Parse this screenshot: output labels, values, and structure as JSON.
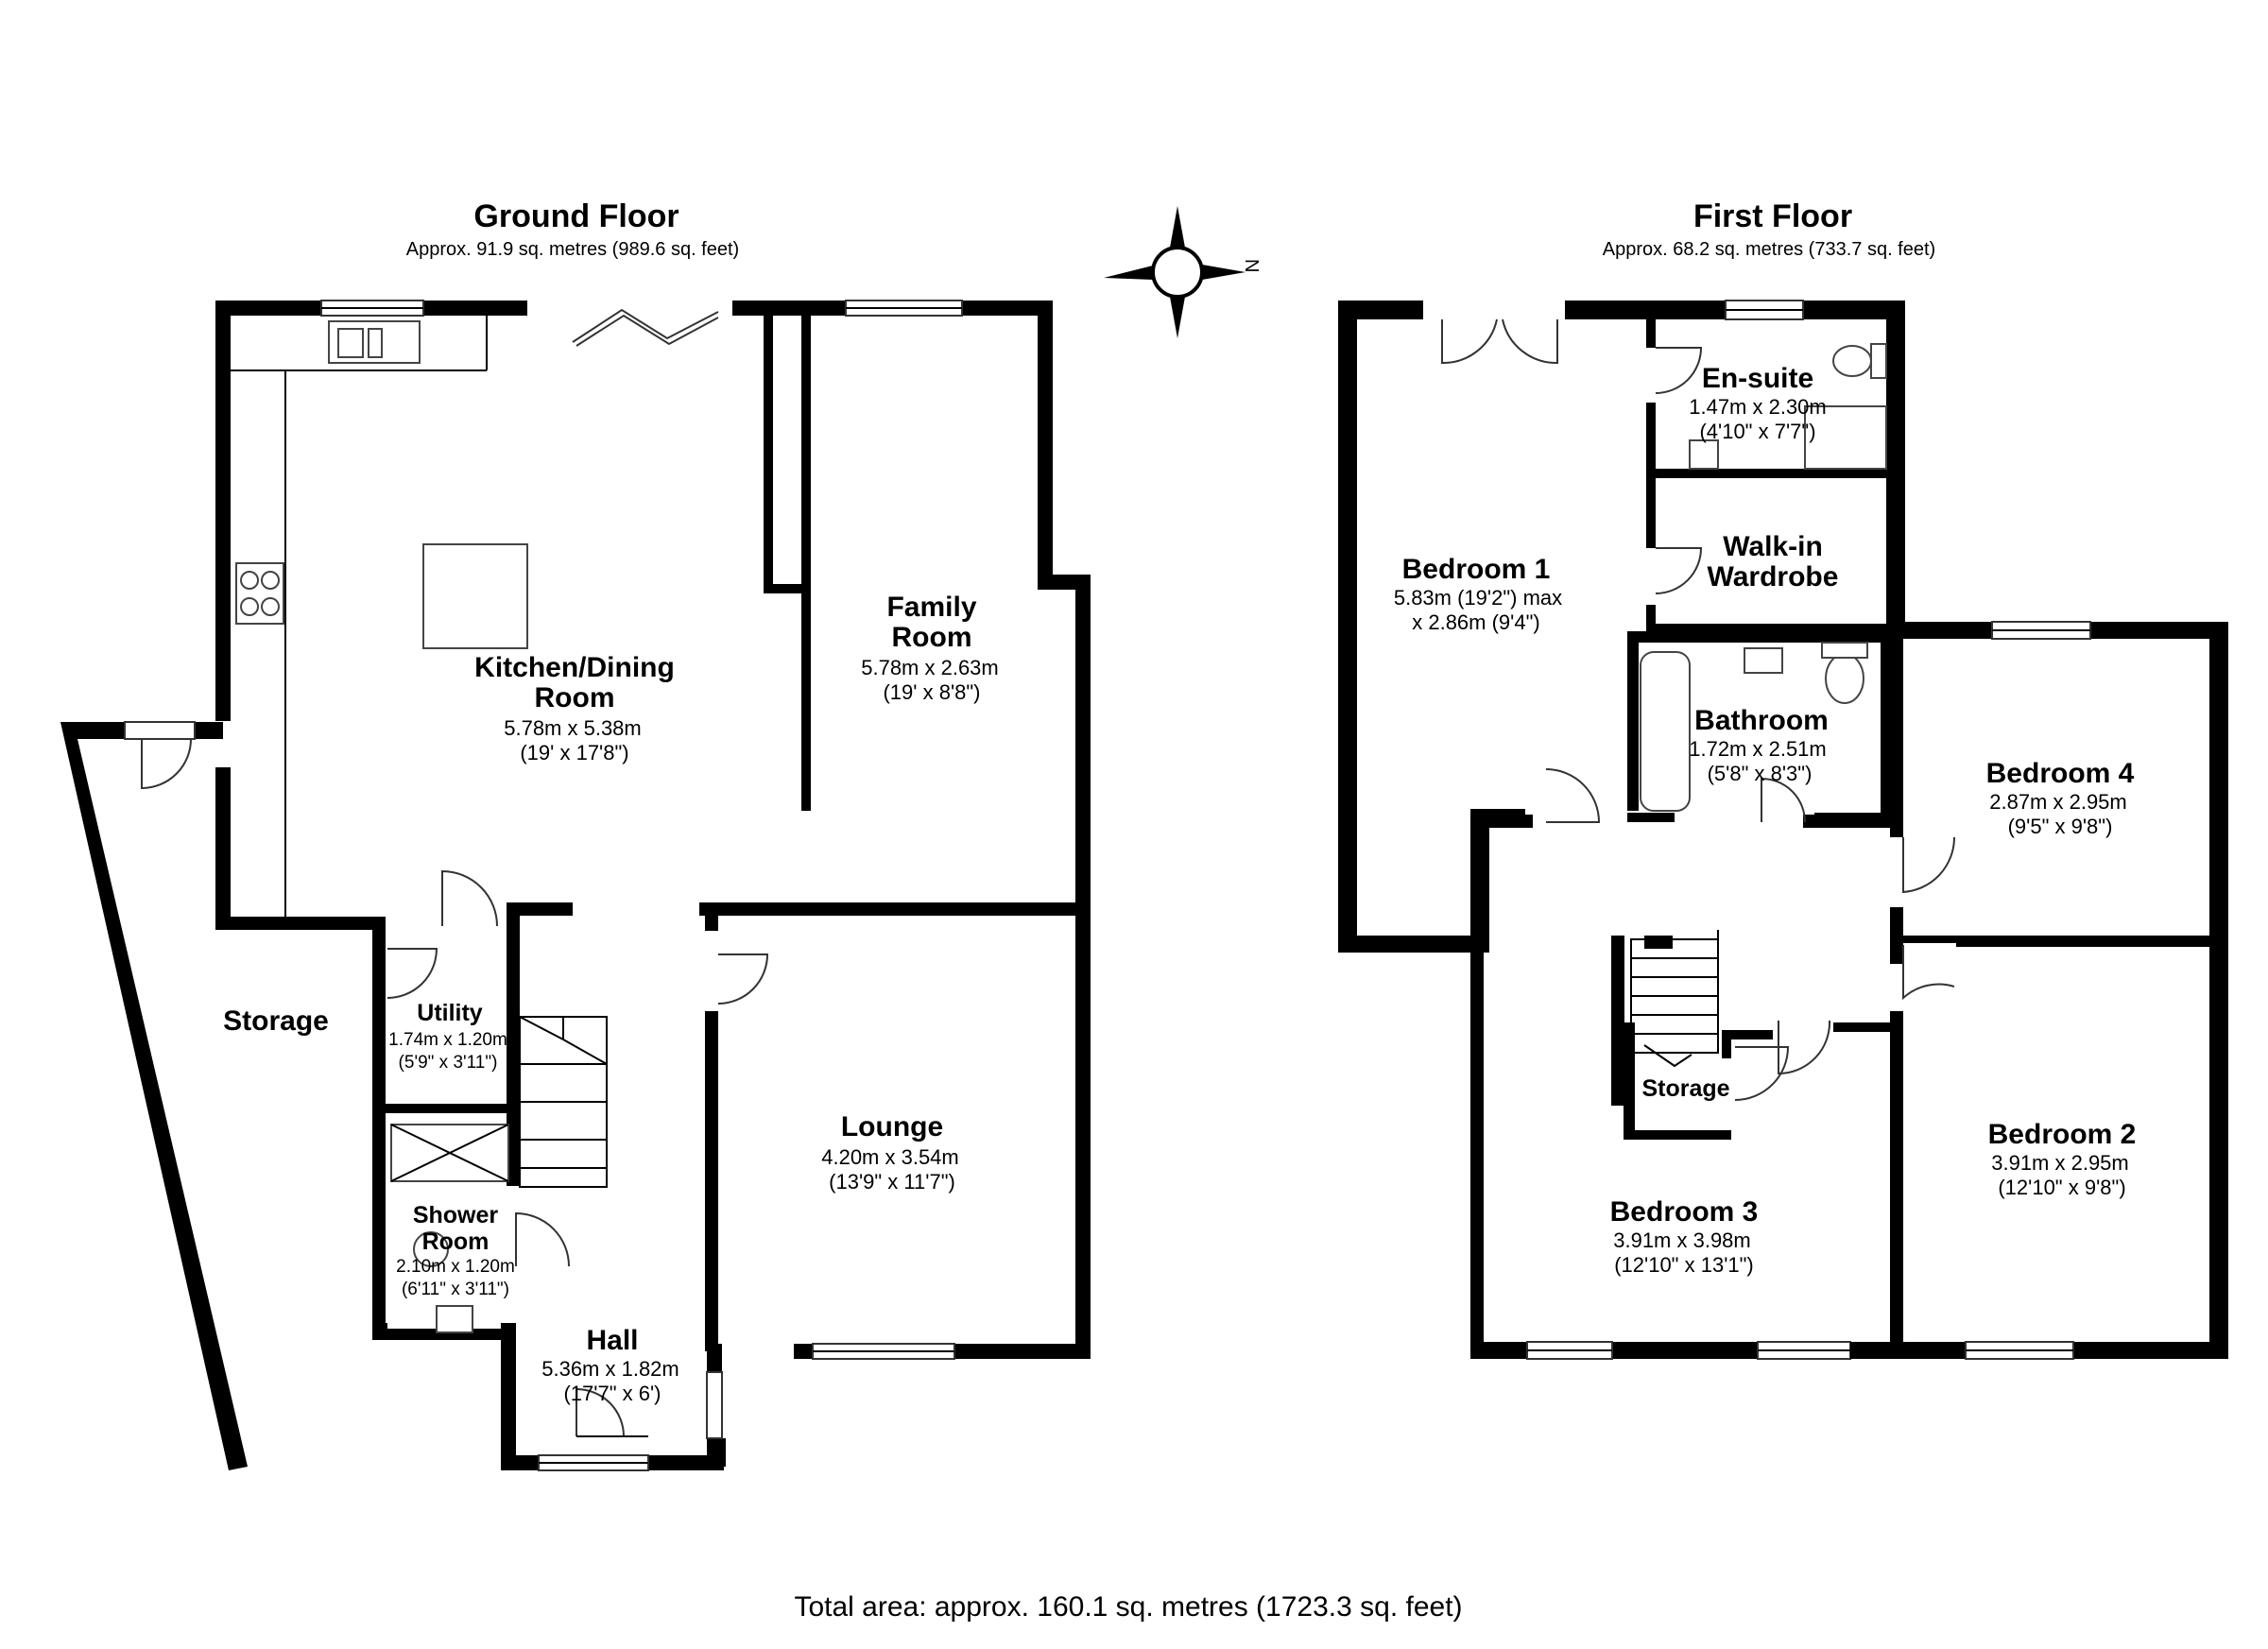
{
  "floors": {
    "ground": {
      "title": "Ground Floor",
      "area": "Approx. 91.9 sq. metres (989.6 sq. feet)",
      "rooms": {
        "kitchen": {
          "name1": "Kitchen/Dining",
          "name2": "Room",
          "dim1": "5.78m x 5.38m",
          "dim2": "(19' x 17'8\")"
        },
        "family": {
          "name1": "Family",
          "name2": "Room",
          "dim1": "5.78m x 2.63m",
          "dim2": "(19' x 8'8\")"
        },
        "storage": {
          "name": "Storage"
        },
        "utility": {
          "name": "Utility",
          "dim1": "1.74m x 1.20m",
          "dim2": "(5'9\" x 3'11\")"
        },
        "shower": {
          "name1": "Shower",
          "name2": "Room",
          "dim1": "2.10m x 1.20m",
          "dim2": "(6'11\" x 3'11\")"
        },
        "lounge": {
          "name": "Lounge",
          "dim1": "4.20m x 3.54m",
          "dim2": "(13'9\" x 11'7\")"
        },
        "hall": {
          "name": "Hall",
          "dim1": "5.36m x 1.82m",
          "dim2": "(17'7\" x 6')"
        }
      }
    },
    "first": {
      "title": "First Floor",
      "area": "Approx. 68.2 sq. metres (733.7 sq. feet)",
      "rooms": {
        "ensuite": {
          "name": "En-suite",
          "dim1": "1.47m x 2.30m",
          "dim2": "(4'10\" x 7'7\")"
        },
        "wardrobe": {
          "name1": "Walk-in",
          "name2": "Wardrobe"
        },
        "bedroom1": {
          "name": "Bedroom 1",
          "dim1": "5.83m (19'2\") max",
          "dim2": "x 2.86m (9'4\")"
        },
        "bathroom": {
          "name": "Bathroom",
          "dim1": "1.72m x 2.51m",
          "dim2": "(5'8\" x 8'3\")"
        },
        "bedroom4": {
          "name": "Bedroom 4",
          "dim1": "2.87m x 2.95m",
          "dim2": "(9'5\" x 9'8\")"
        },
        "storage": {
          "name": "Storage"
        },
        "bedroom3": {
          "name": "Bedroom 3",
          "dim1": "3.91m x 3.98m",
          "dim2": "(12'10\" x 13'1\")"
        },
        "bedroom2": {
          "name": "Bedroom 2",
          "dim1": "3.91m x 2.95m",
          "dim2": "(12'10\" x 9'8\")"
        }
      }
    }
  },
  "compass": {
    "label": "N"
  },
  "total_area": "Total area: approx. 160.1 sq. metres (1723.3 sq. feet)",
  "colors": {
    "walls": "#000000",
    "fixtures": "#444444",
    "background": "#ffffff"
  }
}
